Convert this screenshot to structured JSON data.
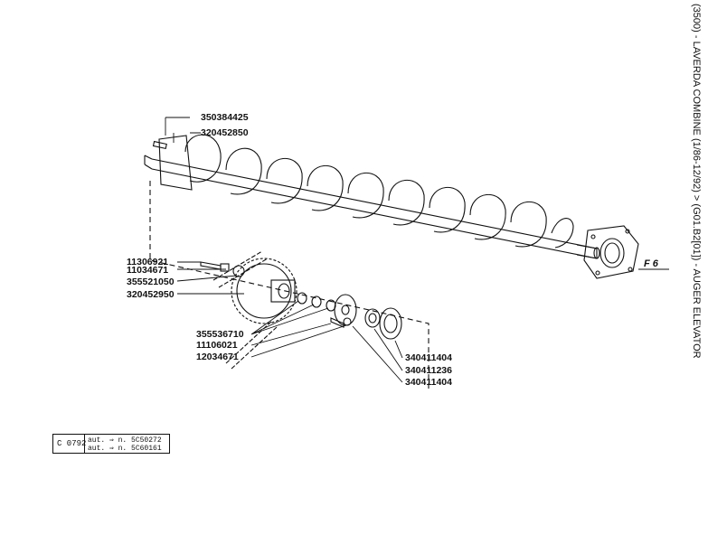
{
  "title": "(3500) - LAVERDA COMBINE (1/86-12/92) > (G01.B2[01]) - AUGER ELEVATOR",
  "figure_ref": "F 6",
  "catalog_box": {
    "code": "C 0792",
    "lines": [
      "aut. ⇒ n. 5C50272",
      "aut. ⇒ n. 5C60161"
    ]
  },
  "part_labels": [
    "350384425",
    "320452850",
    "11306921",
    "11034671",
    "355521050",
    "320452950",
    "355536710",
    "11106021",
    "12034671",
    "340411404",
    "340411236",
    "340411404"
  ]
}
